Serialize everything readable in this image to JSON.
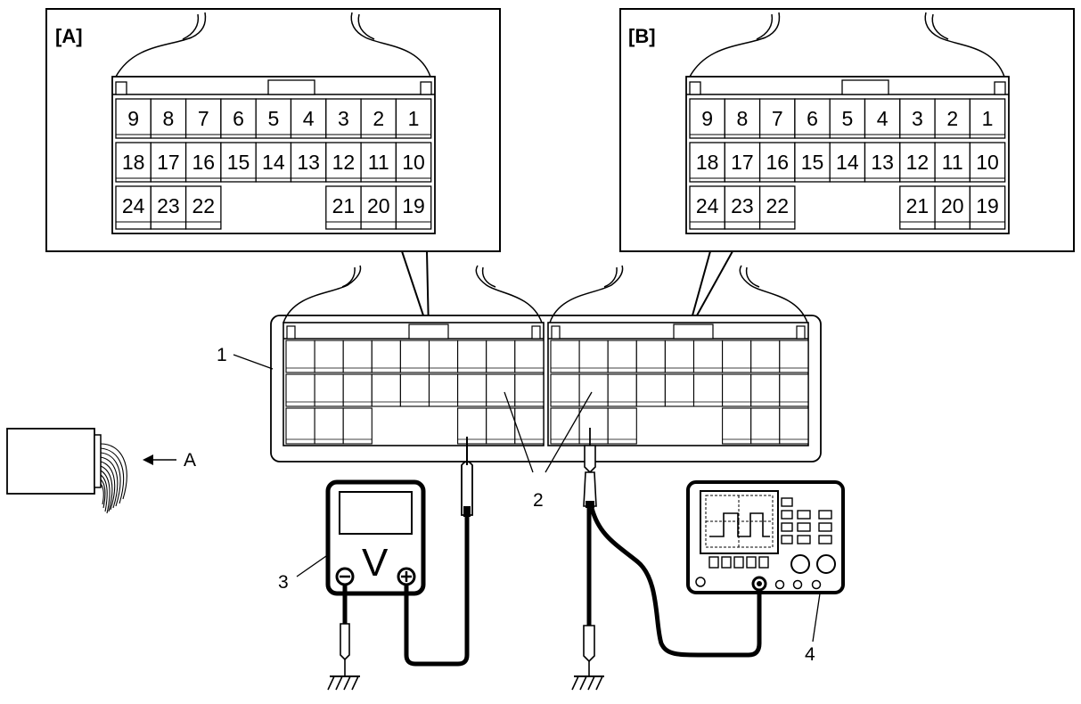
{
  "callouts": {
    "panel_a": "[A]",
    "panel_b": "[B]",
    "one": "1",
    "two": "2",
    "three": "3",
    "four": "4",
    "arrow_a": "A"
  },
  "voltmeter": {
    "symbol": "V"
  },
  "connector_pins": {
    "row1": [
      "9",
      "8",
      "7",
      "6",
      "5",
      "4",
      "3",
      "2",
      "1"
    ],
    "row2": [
      "18",
      "17",
      "16",
      "15",
      "14",
      "13",
      "12",
      "11",
      "10"
    ],
    "row3_left": [
      "24",
      "23",
      "22"
    ],
    "row3_right": [
      "21",
      "20",
      "19"
    ]
  }
}
